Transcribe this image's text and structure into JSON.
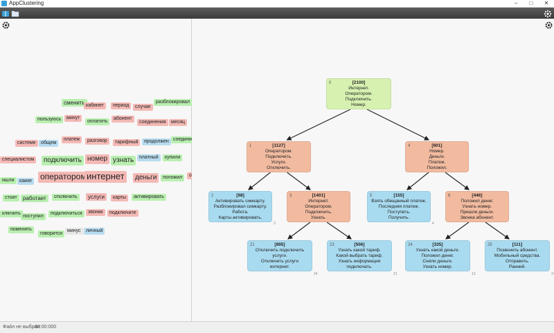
{
  "window": {
    "title": "AppClustering"
  },
  "statusbar": {
    "file": "Файл не выбран",
    "time": "00:00:000"
  },
  "words": [
    {
      "text": "сменить",
      "color": "green",
      "size": 8
    },
    {
      "text": "кабинет",
      "color": "red",
      "size": 7
    },
    {
      "text": "период",
      "color": "red",
      "size": 7
    },
    {
      "text": "случае",
      "color": "red",
      "size": 7
    },
    {
      "text": "разблокировал",
      "color": "green",
      "size": 7
    },
    {
      "text": "пользуюсь",
      "color": "green",
      "size": 7
    },
    {
      "text": "минут",
      "color": "red",
      "size": 7
    },
    {
      "text": "оплатить",
      "color": "green",
      "size": 7
    },
    {
      "text": "абонент",
      "color": "red",
      "size": 7
    },
    {
      "text": "соединения",
      "color": "red",
      "size": 7
    },
    {
      "text": "месяц",
      "color": "red",
      "size": 7
    },
    {
      "text": "системе",
      "color": "red",
      "size": 7
    },
    {
      "text": "общем",
      "color": "blue",
      "size": 7
    },
    {
      "text": "платеж",
      "color": "red",
      "size": 7
    },
    {
      "text": "разговор",
      "color": "red",
      "size": 7
    },
    {
      "text": "тарифный",
      "color": "red",
      "size": 7
    },
    {
      "text": "продолжен",
      "color": "blue",
      "size": 7
    },
    {
      "text": "соедини",
      "color": "green",
      "size": 7
    },
    {
      "text": "специалистом",
      "color": "red",
      "size": 7
    },
    {
      "text": "подключить",
      "color": "green",
      "size": 10
    },
    {
      "text": "номер",
      "color": "red",
      "size": 10
    },
    {
      "text": "узнать",
      "color": "green",
      "size": 10
    },
    {
      "text": "платный",
      "color": "blue",
      "size": 7
    },
    {
      "text": "купили",
      "color": "green",
      "size": 7
    },
    {
      "text": "оператором",
      "color": "red",
      "size": 12
    },
    {
      "text": "интернет",
      "color": "red",
      "size": 13
    },
    {
      "text": "деньги",
      "color": "red",
      "size": 10
    },
    {
      "text": "положил",
      "color": "green",
      "size": 7
    },
    {
      "text": "о",
      "color": "red",
      "size": 7
    },
    {
      "text": "ишли",
      "color": "green",
      "size": 7
    },
    {
      "text": "какие",
      "color": "blue",
      "size": 7
    },
    {
      "text": "стоит",
      "color": "green",
      "size": 7
    },
    {
      "text": "работает",
      "color": "green",
      "size": 8
    },
    {
      "text": "отключить",
      "color": "green",
      "size": 7
    },
    {
      "text": "услуги",
      "color": "red",
      "size": 8
    },
    {
      "text": "карты",
      "color": "red",
      "size": 7
    },
    {
      "text": "активировать",
      "color": "green",
      "size": 7
    },
    {
      "text": "ключить",
      "color": "green",
      "size": 7
    },
    {
      "text": "поступил",
      "color": "green",
      "size": 7
    },
    {
      "text": "подключиться",
      "color": "green",
      "size": 7
    },
    {
      "text": "звонки",
      "color": "red",
      "size": 7
    },
    {
      "text": "подключите",
      "color": "red",
      "size": 7
    },
    {
      "text": "поменять",
      "color": "green",
      "size": 7
    },
    {
      "text": "говорится",
      "color": "green",
      "size": 7
    },
    {
      "text": "минус",
      "color": "gray",
      "size": 7
    },
    {
      "text": "личный",
      "color": "blue",
      "size": 7
    }
  ],
  "tree": {
    "nodes": [
      {
        "id": "0",
        "count": "[2100]",
        "lines": [
          "Интернет.",
          "Оператором.",
          "Подключить.",
          "Номер."
        ],
        "color": "green",
        "badge": ""
      },
      {
        "id": "1",
        "count": "[1127]",
        "lines": [
          "Оператором.",
          "Подключить.",
          "Услуги.",
          "Отключить."
        ],
        "color": "orange",
        "badge": ""
      },
      {
        "id": "4",
        "count": "[601]",
        "lines": [
          "Номер.",
          "Деньги.",
          "Платеж.",
          "Положил."
        ],
        "color": "orange",
        "badge": ""
      },
      {
        "id": "2",
        "count": "[98]",
        "lines": [
          "Активировать симкарту.",
          "Разблокировал симкарту.",
          "Работа.",
          "Карты активировать."
        ],
        "color": "blue",
        "badge": "3"
      },
      {
        "id": "3",
        "count": "[1401]",
        "lines": [
          "Интернет.",
          "Оператором.",
          "Подключить.",
          "Узнать."
        ],
        "color": "orange",
        "badge": ""
      },
      {
        "id": "5",
        "count": "[155]",
        "lines": [
          "Взять обещанный платеж.",
          "Последняя платеж.",
          "Поступить.",
          "Получить."
        ],
        "color": "blue",
        "badge": "4"
      },
      {
        "id": "6",
        "count": "[446]",
        "lines": [
          "Положил денег.",
          "Узнать номер.",
          "Пришли деньги.",
          "Звонка абонент."
        ],
        "color": "orange",
        "badge": ""
      },
      {
        "id": "21",
        "count": "[895]",
        "lines": [
          "Отключить подключить",
          "услуги.",
          "Отключить услуги",
          "интернет."
        ],
        "color": "blue",
        "badge": "24"
      },
      {
        "id": "23",
        "count": "[506]",
        "lines": [
          "Узнать какой тариф.",
          "Какой выбрать тариф.",
          "Узнать информация",
          "подключать."
        ],
        "color": "blue",
        "badge": "21"
      },
      {
        "id": "24",
        "count": "[335]",
        "lines": [
          "Узнать какой деньги.",
          "Положил денег.",
          "Сняли деньги.",
          "Узнать номер."
        ],
        "color": "blue",
        "badge": "13"
      },
      {
        "id": "25",
        "count": "[111]",
        "lines": [
          "Позвонить абонент.",
          "Мобильный средства.",
          "Отправить.",
          "Ранний."
        ],
        "color": "blue",
        "badge": "24"
      }
    ]
  },
  "colors": {
    "green": "#d7f1b1",
    "orange": "#f2bba0",
    "blue": "#a9dbf0"
  },
  "icons": {
    "settings_left": "gear-icon",
    "settings_right": "gear-icon",
    "toolbar_settings": "settings-icon",
    "toolbar_a": "split-view-icon",
    "toolbar_b": "folder-icon"
  }
}
